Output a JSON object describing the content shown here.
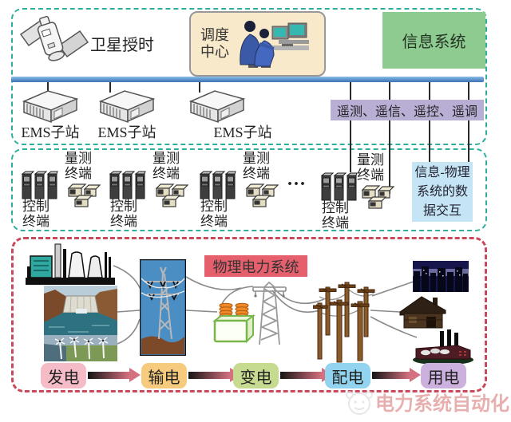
{
  "colors": {
    "cyber-border": "#2fae9b",
    "physical-border": "#c9485b",
    "info-system-bg": "#8ecb90",
    "dispatch-bg": "#f7e9c9",
    "telemetry-bg": "#b9aed3",
    "data-exchange-bg": "#c5e4f4",
    "physical-title-bg": "#e55f6d",
    "line-color": "#2a2a2a",
    "arrow-start": "#141414",
    "arrow-end": "#d4707f",
    "watermark-color": "rgba(214,110,110,0.55)"
  },
  "top_section": {
    "satellite_label": "卫星授时",
    "dispatch_center_lines": "调度\n中心",
    "info_system_label": "信息系统",
    "ems_labels": [
      "EMS子站",
      "EMS子站",
      "EMS子站"
    ],
    "telemetry_label": "遥测、遥信、遥控、遥调"
  },
  "middle_section": {
    "control_terminal": {
      "lines": [
        "控制",
        "终端"
      ]
    },
    "measure_terminal": {
      "lines": [
        "量测",
        "终端"
      ]
    },
    "ellipsis": "...",
    "data_exchange": {
      "lines": [
        "信息-物理",
        "系统的数",
        "据交互"
      ]
    }
  },
  "physical_section": {
    "title": "物理电力系统",
    "stages": [
      {
        "label": "发电",
        "bg": "#f5bcc8"
      },
      {
        "label": "输电",
        "bg": "#f6cb7e"
      },
      {
        "label": "变电",
        "bg": "#c6db90"
      },
      {
        "label": "配电",
        "bg": "#92d4ef"
      },
      {
        "label": "用电",
        "bg": "#ccb0de"
      }
    ]
  },
  "watermark_text": "电力系统自动化",
  "icons": {
    "satellite-icon": "satellite with solar panels",
    "operators-icon": "dispatch operators at monitors",
    "ems-server-icon": "EMS substation server box",
    "server-rack-icon": "control terminal racks",
    "measure-devices-icon": "measurement terminal devices",
    "coal-plant-image": "thermal power plant silhouette",
    "hydro-dam-image": "hydroelectric dam",
    "wind-farm-image": "wind farm field",
    "transmission-tower-image": "transmission tower photo",
    "transformer-icon": "substation transformer with bushings",
    "lattice-tower-icon": "lattice transmission tower",
    "distribution-poles-icon": "wooden distribution poles",
    "city-image": "night city skyline",
    "house-image": "house",
    "factory-image": "factory with chimneys",
    "watermark-face-icon": "cartoon face"
  }
}
